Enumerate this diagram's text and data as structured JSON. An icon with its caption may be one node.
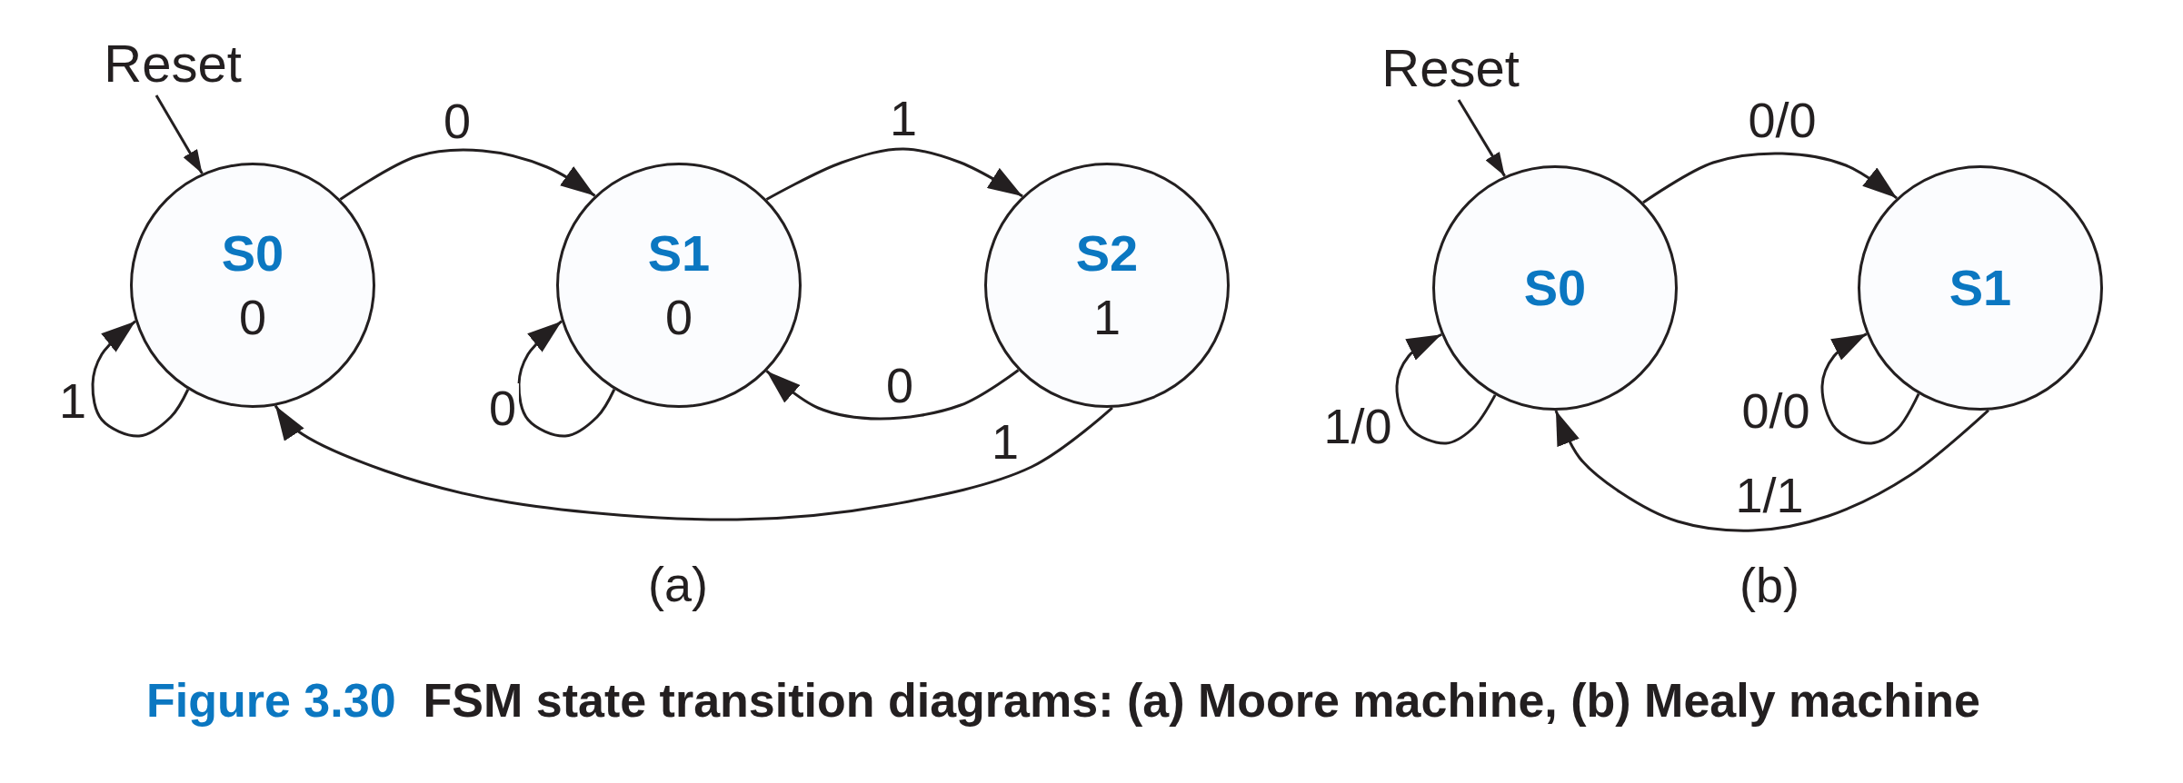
{
  "diagram": {
    "caption": "FSM state transition diagrams: (a) Moore machine, (b) Mealy machine",
    "nodes": [
      {
        "text": [
          "Reset"
        ]
      },
      {
        "text": [
          "S0",
          "0"
        ]
      },
      {
        "text": [
          "S1",
          "0"
        ]
      },
      {
        "text": [
          "S2",
          "1"
        ]
      },
      {
        "text": [
          "Reset"
        ]
      },
      {
        "text": [
          "S0"
        ]
      },
      {
        "text": [
          "S1"
        ]
      }
    ],
    "edges": [
      {
        "from": 0,
        "to": 1,
        "arrow": "to"
      },
      {
        "from": 1,
        "to": 2,
        "arrow": "to",
        "label": "0"
      },
      {
        "from": 1,
        "to": 1,
        "arrow": "to",
        "label": "1"
      },
      {
        "from": 2,
        "to": 3,
        "arrow": "to",
        "label": "1"
      },
      {
        "from": 2,
        "to": 2,
        "arrow": "to",
        "label": "0"
      },
      {
        "from": 3,
        "to": 2,
        "arrow": "to",
        "label": "0"
      },
      {
        "from": 3,
        "to": 1,
        "arrow": "to",
        "label": "1"
      },
      {
        "from": 4,
        "to": 5,
        "arrow": "to"
      },
      {
        "from": 5,
        "to": 6,
        "arrow": "to",
        "label": "0/0"
      },
      {
        "from": 5,
        "to": 5,
        "arrow": "to",
        "label": "1/0"
      },
      {
        "from": 6,
        "to": 6,
        "arrow": "to",
        "label": "0/0"
      },
      {
        "from": 6,
        "to": 5,
        "arrow": "to",
        "label": "1/1"
      }
    ],
    "labels": [
      "(a)",
      "(b)",
      "Figure 3.30"
    ]
  }
}
